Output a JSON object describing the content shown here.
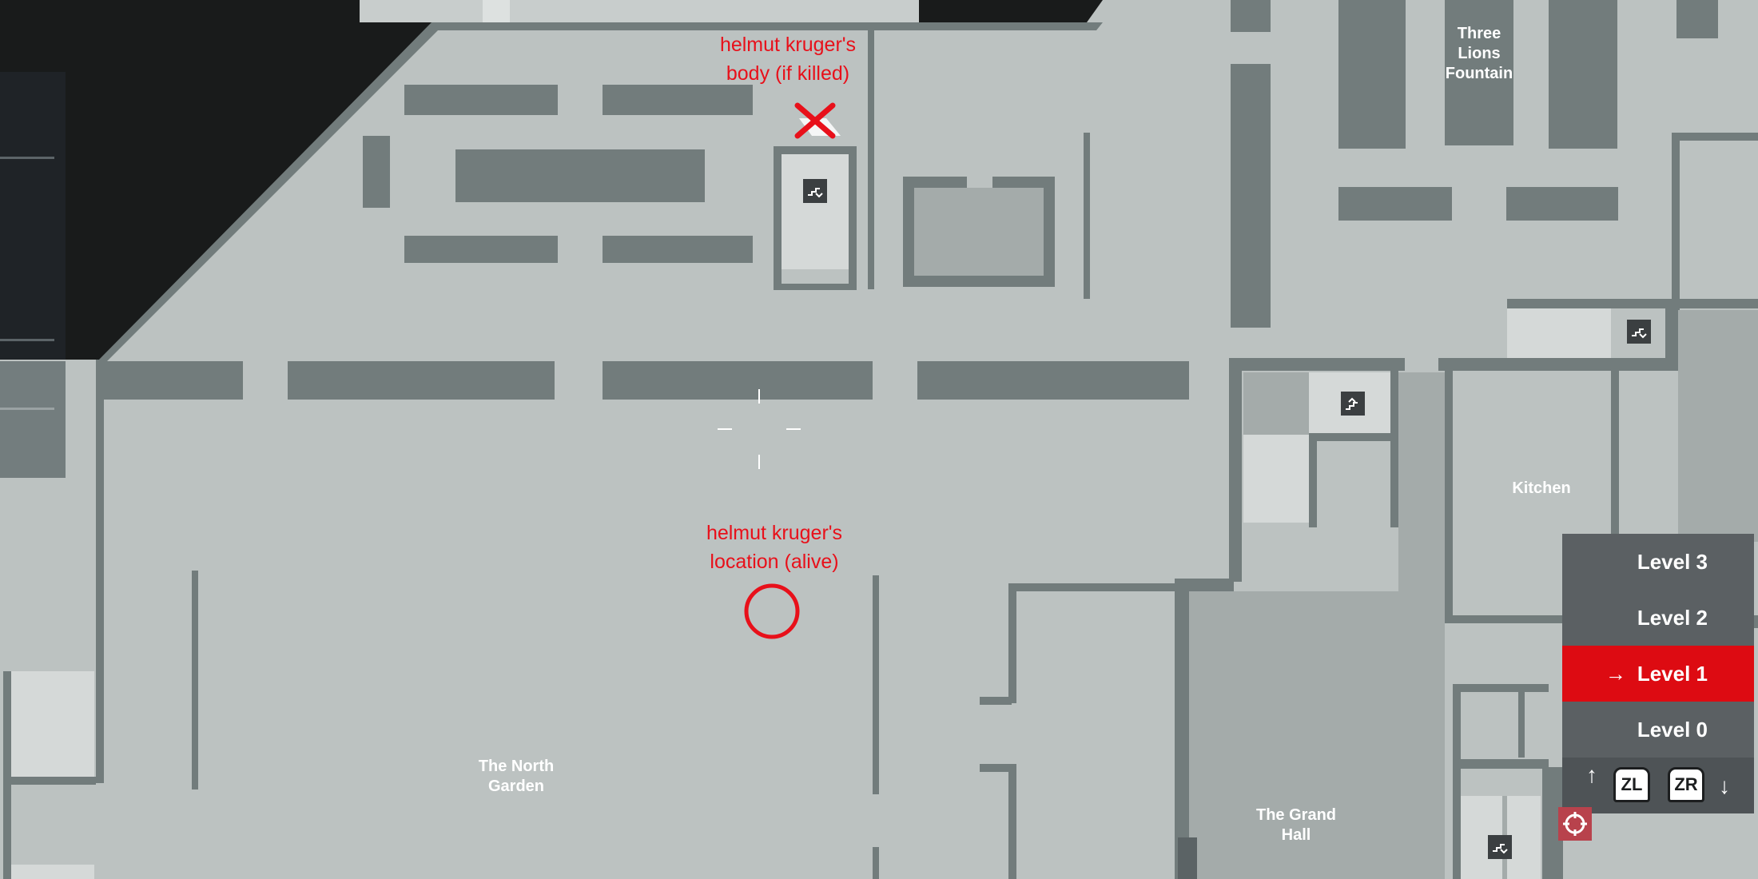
{
  "map": {
    "current_level": "Level 1",
    "rooms": [
      {
        "id": "three-lions-fountain",
        "label": "Three\nLions\nFountain"
      },
      {
        "id": "kitchen",
        "label": "Kitchen"
      },
      {
        "id": "north-garden",
        "label": "The North\nGarden"
      },
      {
        "id": "grand-hall",
        "label": "The Grand\nHall"
      }
    ],
    "annotations": {
      "body": {
        "text": "helmut kruger's\nbody (if killed)",
        "marker": "x-mark",
        "color": "#e8101a"
      },
      "alive": {
        "text": "helmut kruger's\nlocation (alive)",
        "marker": "circle",
        "color": "#e8101a"
      }
    },
    "icons": [
      "stairs-down-icon",
      "stairs-up-icon",
      "crosshair-icon",
      "locate-icon"
    ]
  },
  "level_selector": {
    "levels": [
      {
        "label": "Level 3",
        "active": false
      },
      {
        "label": "Level 2",
        "active": false
      },
      {
        "label": "Level 1",
        "active": true
      },
      {
        "label": "Level 0",
        "active": false
      }
    ],
    "active_arrow": "→"
  },
  "controls": {
    "zl_label": "ZL",
    "zr_label": "ZR",
    "up_arrow": "↑",
    "down_arrow": "↓"
  },
  "colors": {
    "floor": "#bcc2c1",
    "wall": "#727c7c",
    "outside": "#191b1b",
    "highlight": "#dd0b12",
    "annotation": "#e8101a"
  }
}
